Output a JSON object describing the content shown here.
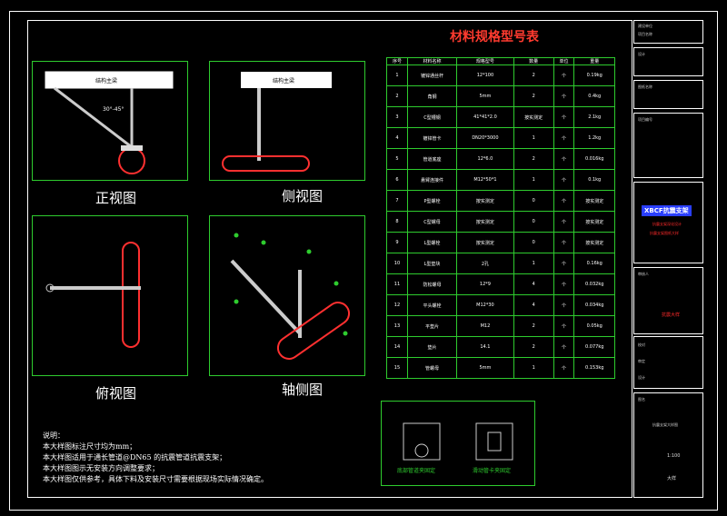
{
  "table": {
    "title": "材料规格型号表",
    "headers": [
      "序号",
      "材料名称",
      "规格型号",
      "数量",
      "单位",
      "重量"
    ],
    "rows": [
      [
        "1",
        "镀锌通丝杆",
        "12*100",
        "2",
        "个",
        "0.19kg"
      ],
      [
        "2",
        "角钢",
        "5mm",
        "2",
        "个",
        "0.4kg"
      ],
      [
        "3",
        "C型槽钢",
        "41*41*2.0",
        "按实测定",
        "个",
        "2.1kg"
      ],
      [
        "4",
        "镀锌管卡",
        "DN20*3000",
        "1",
        "个",
        "1.2kg"
      ],
      [
        "5",
        "管道底座",
        "12*6.0",
        "2",
        "个",
        "0.016kg"
      ],
      [
        "6",
        "悬臂连接件",
        "M12*50*1",
        "1",
        "个",
        "0.1kg"
      ],
      [
        "7",
        "P型螺栓",
        "按实测定",
        "0",
        "个",
        "按实测定"
      ],
      [
        "8",
        "C型螺母",
        "按实测定",
        "0",
        "个",
        "按实测定"
      ],
      [
        "9",
        "L型螺栓",
        "按实测定",
        "0",
        "个",
        "按实测定"
      ],
      [
        "10",
        "L型垫块",
        "2孔",
        "1",
        "个",
        "0.16kg"
      ],
      [
        "11",
        "防松螺母",
        "12*9",
        "4",
        "个",
        "0.032kg"
      ],
      [
        "12",
        "平头螺栓",
        "M12*30",
        "4",
        "个",
        "0.034kg"
      ],
      [
        "13",
        "平垫片",
        "M12",
        "2",
        "个",
        "0.05kg"
      ],
      [
        "14",
        "垫片",
        "14.1",
        "2",
        "个",
        "0.077kg"
      ],
      [
        "15",
        "管螺母",
        "5mm",
        "1",
        "个",
        "0.153kg"
      ]
    ]
  },
  "views": {
    "front_caption": "正视图",
    "side_caption": "侧视图",
    "bottom_caption": "俯视图",
    "axis_caption": "轴侧图",
    "front_beam_label": "结构主梁",
    "side_beam_label": "结构主梁",
    "front_angle_label": "30°-45°"
  },
  "details": {
    "left_label": "底部管道夹固定",
    "right_label": "滑动管卡夹固定"
  },
  "notes": {
    "heading": "说明：",
    "lines": [
      "本大样图标注尺寸均为mm；",
      "本大样图适用于通长管道@DN65 的抗震管道抗震支架；",
      "本大样图图示无安装方向调整要求；",
      "本大样图仅供参考，具体下料及安装尺寸需要根据现场实际情况确定。"
    ]
  },
  "title_block": {
    "c1": "建设单位",
    "c1b": "项目名称",
    "c2": "设计",
    "c3": "图纸名称",
    "c4": "项目编号",
    "logo": "XBCF抗震支架",
    "red1": "抗震支架深化设计",
    "red2": "抗震支架图纸大样",
    "c5": "审核人",
    "red3": "抗震大样",
    "c6": "校对",
    "c6b": "审定",
    "c6c": "设计",
    "c7": "图名",
    "c7b": "抗震支架大样图",
    "scale": "1:100",
    "sheet": "大样",
    "color_accent": "#2a3fff",
    "color_red": "#ff2a2a",
    "color_green": "#2ecc2e"
  }
}
